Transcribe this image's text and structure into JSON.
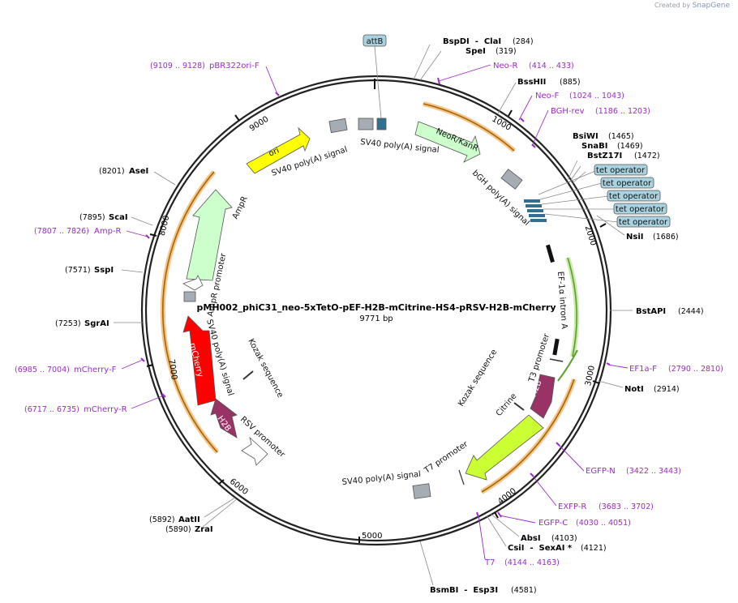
{
  "credit": {
    "prefix": "Created by",
    "brand": "SnapGene"
  },
  "plasmid": {
    "name": "pMH002_phiC31_neo-5xTetO-pEF-H2B-mCitrine-HS4-pRSV-H2B-mCherry",
    "size_label": "9771 bp",
    "length": 9771
  },
  "ticks": [
    {
      "label": "1000",
      "pos": 1000
    },
    {
      "label": "2000",
      "pos": 2000
    },
    {
      "label": "3000",
      "pos": 3000
    },
    {
      "label": "4000",
      "pos": 4000
    },
    {
      "label": "5000",
      "pos": 5000
    },
    {
      "label": "6000",
      "pos": 6000
    },
    {
      "label": "7000",
      "pos": 7000
    },
    {
      "label": "8000",
      "pos": 8000
    },
    {
      "label": "9000",
      "pos": 9000
    }
  ],
  "enzymes": [
    {
      "name": "BspDI  -  ClaI",
      "pos": "(284)"
    },
    {
      "name": "SpeI",
      "pos": "(319)"
    },
    {
      "name": "BssHII",
      "pos": "(885)"
    },
    {
      "name": "BsiWI",
      "pos": "(1465)"
    },
    {
      "name": "SnaBI",
      "pos": "(1469)"
    },
    {
      "name": "BstZ17I",
      "pos": "(1472)"
    },
    {
      "name": "NsiI",
      "pos": "(1686)"
    },
    {
      "name": "BstAPI",
      "pos": "(2444)"
    },
    {
      "name": "NotI",
      "pos": "(2914)"
    },
    {
      "name": "AbsI",
      "pos": "(4103)"
    },
    {
      "name": "CsiI  -  SexAI *",
      "pos": "(4121)"
    },
    {
      "name": "BsmBI  -  Esp3I",
      "pos": "(4581)"
    },
    {
      "name": "AatII",
      "pos": "(5892)"
    },
    {
      "name": "ZraI",
      "pos": "(5890)"
    },
    {
      "name": "SgrAI",
      "pos": "(7253)"
    },
    {
      "name": "SspI",
      "pos": "(7571)"
    },
    {
      "name": "ScaI",
      "pos": "(7895)"
    },
    {
      "name": "AseI",
      "pos": "(8201)"
    }
  ],
  "primers": [
    {
      "name": "Neo-R",
      "pos": "(414 .. 433)"
    },
    {
      "name": "Neo-F",
      "pos": "(1024 .. 1043)"
    },
    {
      "name": "BGH-rev",
      "pos": "(1186 .. 1203)"
    },
    {
      "name": "EF1a-F",
      "pos": "(2790 .. 2810)"
    },
    {
      "name": "EGFP-N",
      "pos": "(3422 .. 3443)"
    },
    {
      "name": "EXFP-R",
      "pos": "(3683 .. 3702)"
    },
    {
      "name": "EGFP-C",
      "pos": "(4030 .. 4051)"
    },
    {
      "name": "T7",
      "pos": "(4144 .. 4163)"
    },
    {
      "name": "mCherry-R",
      "pos": "(6717 .. 6735)"
    },
    {
      "name": "mCherry-F",
      "pos": "(6985 .. 7004)"
    },
    {
      "name": "Amp-R",
      "pos": "(7807 .. 7826)"
    },
    {
      "name": "pBR322ori-F",
      "pos": "(9109 .. 9128)"
    }
  ],
  "boxed_features": [
    {
      "name": "attB"
    },
    {
      "name": "tet operator"
    },
    {
      "name": "tet operator"
    },
    {
      "name": "tet operator"
    },
    {
      "name": "tet operator"
    },
    {
      "name": "tet operator"
    }
  ],
  "feature_labels": [
    {
      "name": "SV40 poly(A) signal"
    },
    {
      "name": "SV40 poly(A) signal"
    },
    {
      "name": "NeoR/KanR"
    },
    {
      "name": "ori"
    },
    {
      "name": "bGH poly(A) signal"
    },
    {
      "name": "AmpR"
    },
    {
      "name": "AmpR promoter"
    },
    {
      "name": "SV40 poly(A) signal"
    },
    {
      "name": "mCherry"
    },
    {
      "name": "H2B"
    },
    {
      "name": "RSV promoter"
    },
    {
      "name": "Kozak sequence"
    },
    {
      "name": "EF-1α intron A"
    },
    {
      "name": "T3 promoter"
    },
    {
      "name": "H2B"
    },
    {
      "name": "Kozak sequence"
    },
    {
      "name": "Citrine"
    },
    {
      "name": "T7 promoter"
    },
    {
      "name": "SV40 poly(A) signal"
    }
  ],
  "colors": {
    "backbone": "#222222",
    "primer": "#9a2cc8",
    "enzyme_line": "#777777",
    "ori": "#ffff00",
    "resistance": "#ccffcc",
    "mcherry": "#ff0000",
    "h2b": "#993366",
    "citrine": "#ccff33",
    "polyA": "#a6acb3",
    "teal": "#31708f",
    "boxed": "#a8d2e0",
    "orange_arc": "#b36b00",
    "green_arc": "#5aa02c"
  }
}
